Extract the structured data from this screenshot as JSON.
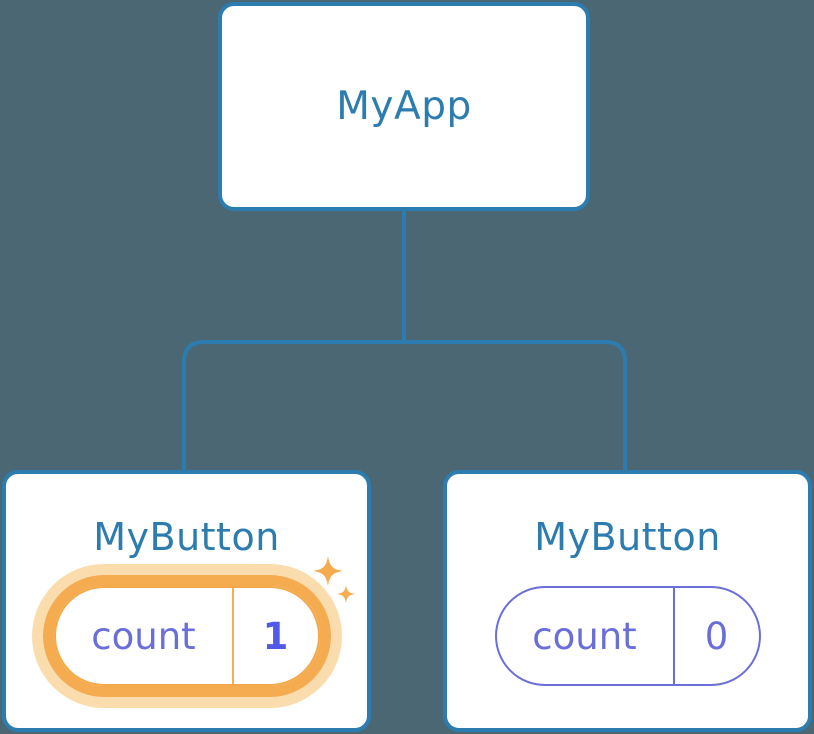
{
  "diagram": {
    "type": "component-tree",
    "background_color": "#4a6773",
    "accent_blue": "#2c7caf",
    "accent_purple": "#6a6fd8",
    "accent_orange": "#f3a94a",
    "glow_orange": "#fbdcac",
    "highlight_value_color": "#5159e8"
  },
  "root": {
    "title": "MyApp"
  },
  "children": [
    {
      "title": "MyButton",
      "state": {
        "key": "count",
        "value": "1"
      },
      "highlighted": true,
      "sparkle_large_icon": "sparkle-icon",
      "sparkle_small_icon": "sparkle-icon"
    },
    {
      "title": "MyButton",
      "state": {
        "key": "count",
        "value": "0"
      },
      "highlighted": false
    }
  ],
  "edges": {
    "stem_label": "root-to-branch-stem",
    "left_branch_label": "branch-to-child-0",
    "right_branch_label": "branch-to-child-1"
  }
}
